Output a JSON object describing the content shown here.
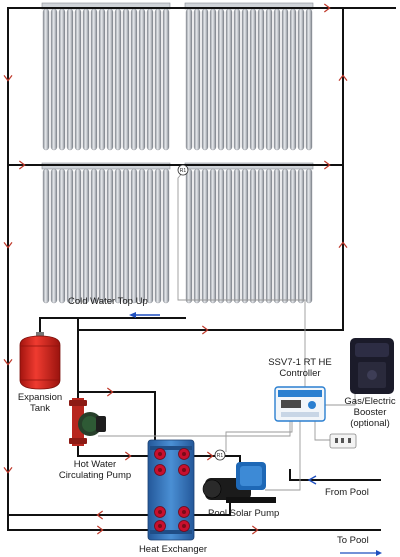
{
  "labels": {
    "cold_water_top_up": "Cold Water Top Up",
    "controller_line1": "SSV7-1 RT HE",
    "controller_line2": "Controller",
    "booster_line1": "Gas/Electric",
    "booster_line2": "Booster",
    "booster_line3": "(optional)",
    "expansion_line1": "Expansion",
    "expansion_line2": "Tank",
    "circ_pump_line1": "Hot Water",
    "circ_pump_line2": "Circulating Pump",
    "from_pool": "From Pool",
    "pool_solar_pump": "Pool Solar Pump",
    "to_pool": "To Pool",
    "heat_exchanger": "Heat Exchanger",
    "sensor_tag": "R1"
  },
  "colors": {
    "pipe": "#111111",
    "flow_arrow": "#c0392b",
    "cold_arrow": "#1f4fbf",
    "sensor_wire": "#9a9a9a",
    "tank": "#d8231c",
    "exchanger": "#2f6fb5",
    "port": "#c8102e",
    "booster": "#1b1b2a",
    "controller": "#2a7fd0"
  },
  "icons": [
    "expansion-tank-icon",
    "circulating-pump-icon",
    "heat-exchanger-icon",
    "pool-pump-icon",
    "controller-icon",
    "booster-icon",
    "power-outlet-icon",
    "solar-collector-icon"
  ]
}
